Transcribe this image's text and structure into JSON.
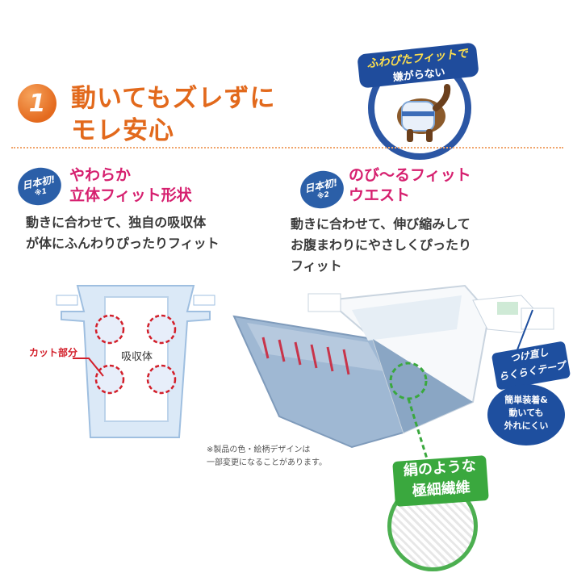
{
  "header": {
    "number": "1",
    "headline_line1": "動いてもズレずに",
    "headline_line2": "モレ安心"
  },
  "fit_badge": {
    "line1": "ふわぴたフィットで",
    "line2": "嫌がらない"
  },
  "feature_left": {
    "badge_main": "日本初!",
    "badge_note": "※1",
    "title_line1": "やわらか",
    "title_line2": "立体フィット形状",
    "desc_line1": "動きに合わせて、独自の吸収体",
    "desc_line2": "が体にふんわりぴったりフィット"
  },
  "feature_right": {
    "badge_main": "日本初!",
    "badge_note": "※2",
    "title_line1": "のび～るフィット",
    "title_line2": "ウエスト",
    "desc_line1": "動きに合わせて、伸び縮みして",
    "desc_line2": "お腹まわりにやさしくぴったり",
    "desc_line3": "フィット"
  },
  "diagram": {
    "cut_label": "カット部分",
    "absorber_label": "吸収体"
  },
  "note": {
    "line1": "※製品の色・絵柄デザインは",
    "line2": "一部変更になることがあります。"
  },
  "tape": {
    "banner_line1": "つけ直し",
    "banner_line2": "らくらくテープ",
    "bubble_line1": "簡単装着&",
    "bubble_line2": "動いても",
    "bubble_line3": "外れにくい"
  },
  "silk": {
    "line1": "絹のような",
    "line2": "極細繊維"
  },
  "colors": {
    "accent_orange": "#e2691c",
    "accent_pink": "#d6206f",
    "brand_blue": "#2b56a4",
    "silk_green": "#3aa83e",
    "cut_red": "#d31f2a"
  }
}
